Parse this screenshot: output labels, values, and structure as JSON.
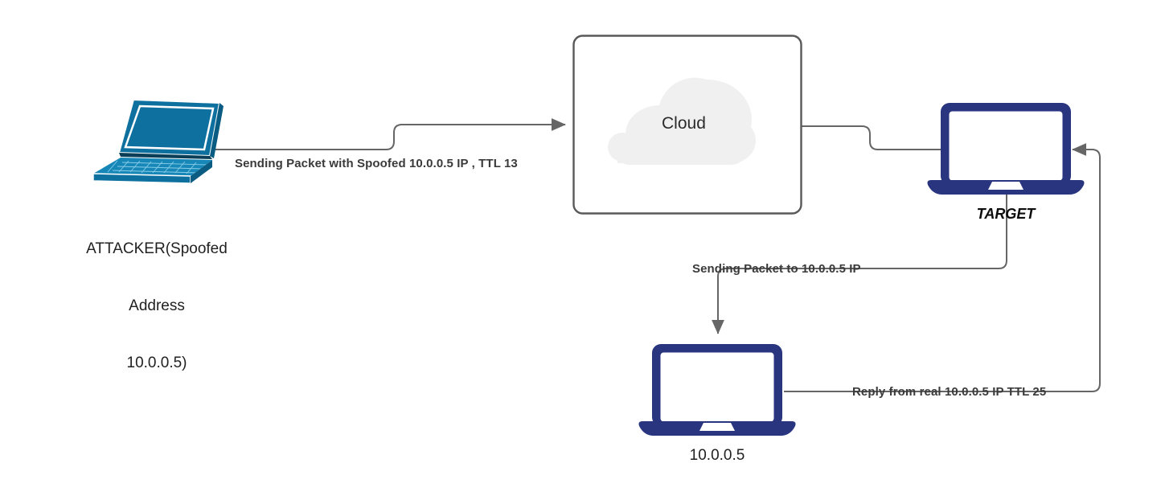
{
  "diagram": {
    "title": "IP spoofing TTL analysis network diagram",
    "background": "#ffffff",
    "colors": {
      "attacker_device": "#0E709E",
      "laptop_navy": "#2A3580",
      "wire": "#666666",
      "cloud_fill": "#F0F0F0",
      "box_border": "#595959",
      "label_text": "#1f1f1f",
      "edge_label_text": "#3a3a3a"
    },
    "nodes": [
      {
        "id": "attacker",
        "icon": "laptop-isometric-icon",
        "label": "ATTACKER(Spoofed\nAddress\n10.0.0.5)",
        "label_lines": [
          "ATTACKER(Spoofed",
          "Address",
          "10.0.0.5)"
        ],
        "style": "plain"
      },
      {
        "id": "cloud",
        "icon": "cloud-icon",
        "label": "Cloud",
        "style": "rounded-rect-container"
      },
      {
        "id": "target",
        "icon": "laptop-front-icon",
        "label": "TARGET",
        "style": "bold-italic"
      },
      {
        "id": "victim",
        "icon": "laptop-front-icon",
        "label": "10.0.0.5",
        "style": "plain"
      }
    ],
    "edges": [
      {
        "id": "attacker-to-cloud",
        "from": "attacker",
        "to": "cloud",
        "label": "Sending Packet with Spoofed 10.0.0.5 IP , TTL 13",
        "arrow": true
      },
      {
        "id": "cloud-to-target",
        "from": "cloud",
        "to": "target",
        "label": "",
        "arrow": false
      },
      {
        "id": "target-to-victim",
        "from": "target",
        "to": "victim",
        "label": "Sending Packet to 10.0.0.5 IP",
        "arrow": true
      },
      {
        "id": "victim-to-target",
        "from": "victim",
        "to": "target",
        "label": "Reply from real 10.0.0.5 IP TTL 25",
        "arrow": true
      }
    ]
  }
}
